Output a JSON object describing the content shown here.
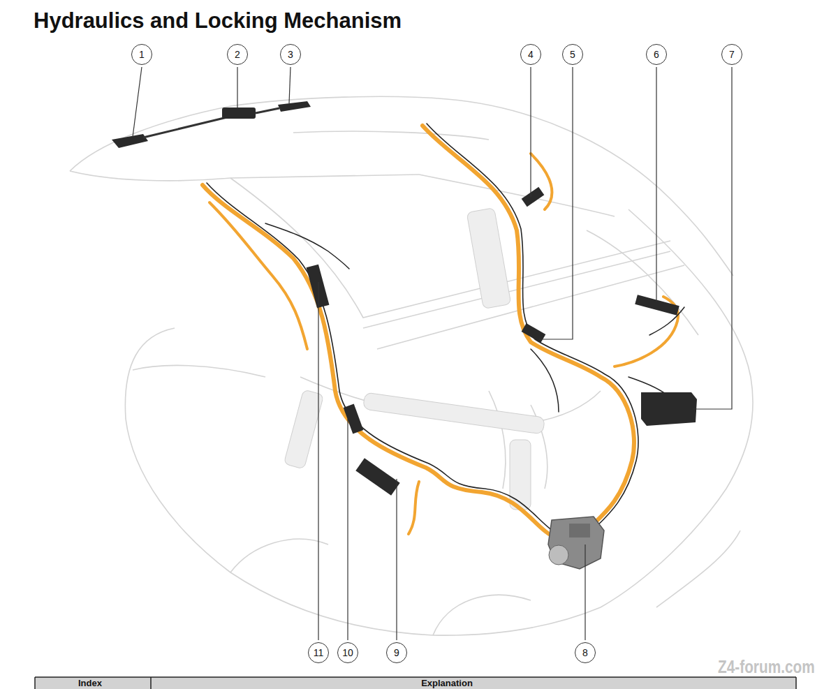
{
  "diagram": {
    "title": "Hydraulics and Locking Mechanism",
    "nodes": [
      {
        "text": [
          "1"
        ]
      },
      {
        "text": [
          "2"
        ]
      },
      {
        "text": [
          "3"
        ]
      },
      {
        "text": [
          "4"
        ]
      },
      {
        "text": [
          "5"
        ]
      },
      {
        "text": [
          "6"
        ]
      },
      {
        "text": [
          "7"
        ]
      },
      {
        "text": [
          "11"
        ]
      },
      {
        "text": [
          "10"
        ]
      },
      {
        "text": [
          "9"
        ]
      },
      {
        "text": [
          "8"
        ]
      }
    ],
    "labels": [
      "Z4-forum.com",
      "Index",
      "Explanation"
    ]
  }
}
